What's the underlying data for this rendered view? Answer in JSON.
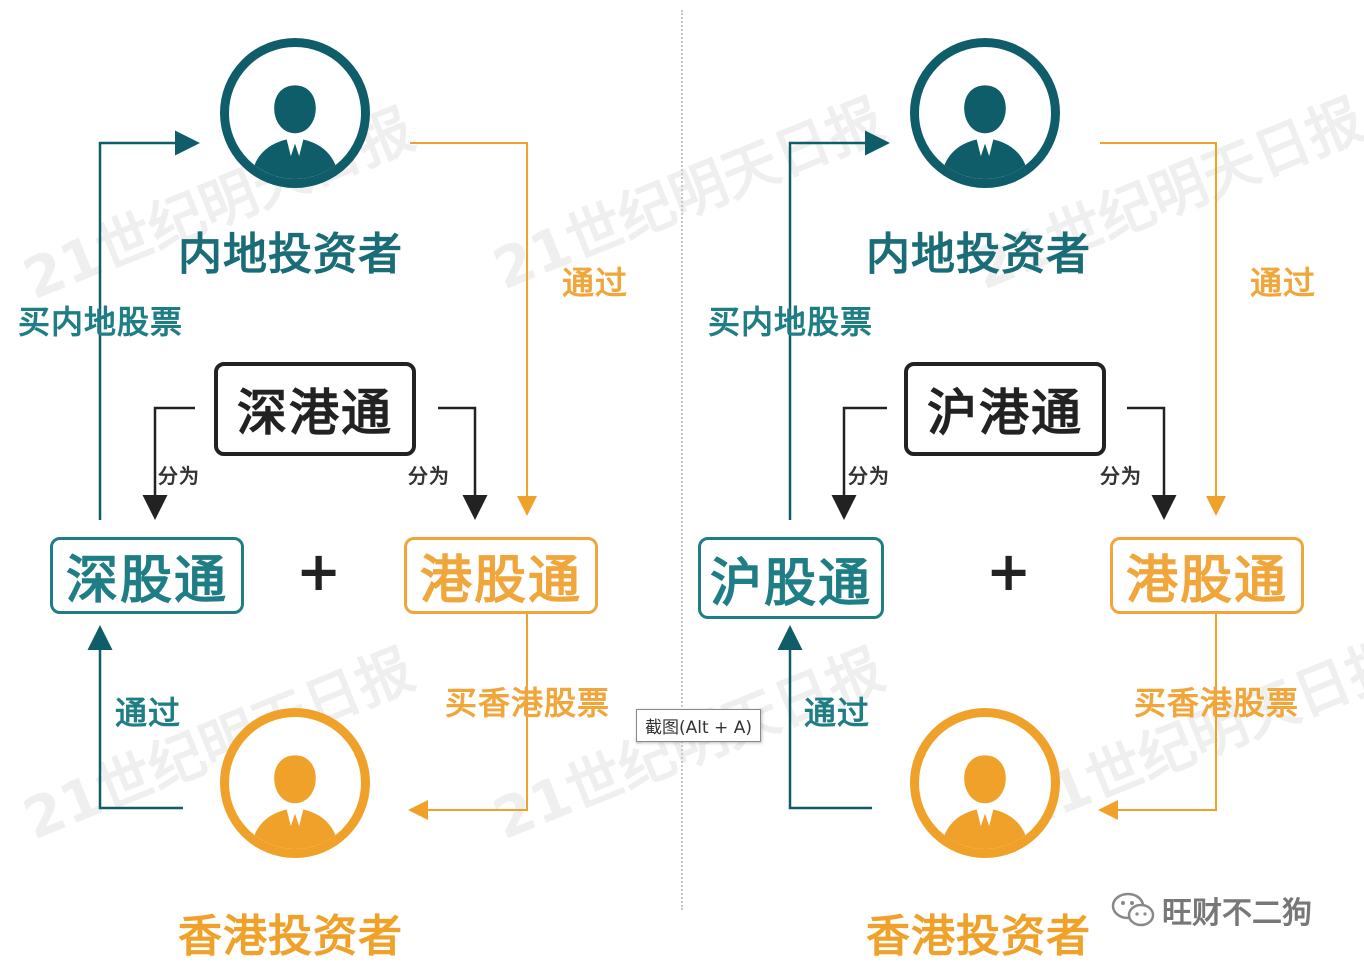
{
  "watermark": "21世纪明天日报",
  "tooltip": "截图(Alt + A)",
  "brand": {
    "name": "旺财不二狗",
    "icon": "wechat-icon"
  },
  "colors": {
    "teal": "#0f5d69",
    "teal_text": "#1f7e85",
    "orange": "#f0a12a",
    "dark": "#222222"
  },
  "left": {
    "top_investor": "内地投资者",
    "bottom_investor": "香港投资者",
    "center": "深港通",
    "split_left": "分为",
    "split_right": "分为",
    "box_left": "深股通",
    "box_right": "港股通",
    "plus": "+",
    "buy_mainland": "买内地股票",
    "via_top": "通过",
    "via_bottom": "通过",
    "buy_hk": "买香港股票"
  },
  "right": {
    "top_investor": "内地投资者",
    "bottom_investor": "香港投资者",
    "center": "沪港通",
    "split_left": "分为",
    "split_right": "分为",
    "box_left": "沪股通",
    "box_right": "港股通",
    "plus": "+",
    "buy_mainland": "买内地股票",
    "via_top": "通过",
    "via_bottom": "通过",
    "buy_hk": "买香港股票"
  }
}
